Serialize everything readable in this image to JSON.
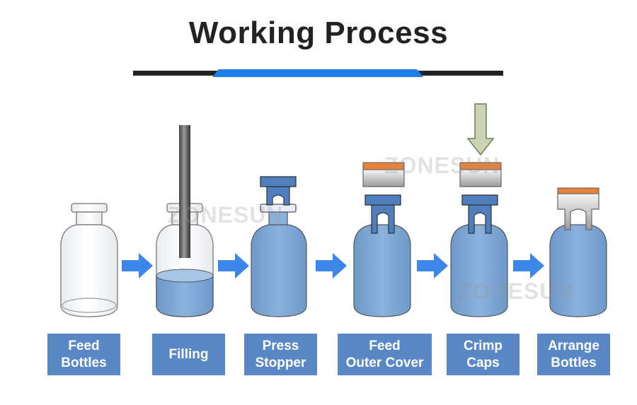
{
  "title": "Working Process",
  "watermark": "ZONESUN",
  "steps": [
    {
      "label": "Feed\nBottles"
    },
    {
      "label": "Filling"
    },
    {
      "label": "Press\nStopper"
    },
    {
      "label": "Feed\nOuter Cover"
    },
    {
      "label": "Crimp\nCaps"
    },
    {
      "label": "Arrange\nBottles"
    }
  ],
  "colors": {
    "accent": "#1e7ee8",
    "label_bg": "#5a88c6",
    "liquid": "#7fa8d6",
    "arrow": "#3b86e8",
    "cap_top": "#e8823a"
  }
}
